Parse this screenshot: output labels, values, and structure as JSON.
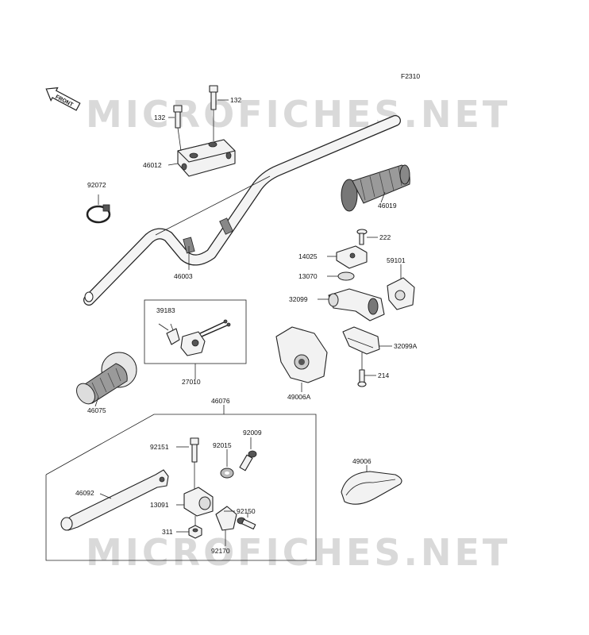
{
  "figure": {
    "code": "F2310",
    "front_tag": "FRONT"
  },
  "watermarks": [
    "MICROFICHES.NET",
    "MICROFICHES.NET"
  ],
  "parts": {
    "p132a": "132",
    "p132b": "132",
    "p46012": "46012",
    "p92072": "92072",
    "p46003": "46003",
    "p46019": "46019",
    "p222": "222",
    "p14025": "14025",
    "p59101": "59101",
    "p13070": "13070",
    "p32099": "32099",
    "p39183": "39183",
    "p32099A": "32099A",
    "p27010": "27010",
    "p214": "214",
    "p49006A": "49006A",
    "p46075": "46075",
    "p46076": "46076",
    "p92009": "92009",
    "p92151": "92151",
    "p92015": "92015",
    "p49006": "49006",
    "p46092": "46092",
    "p13091": "13091",
    "p92150": "92150",
    "p311": "311",
    "p92170": "92170"
  }
}
